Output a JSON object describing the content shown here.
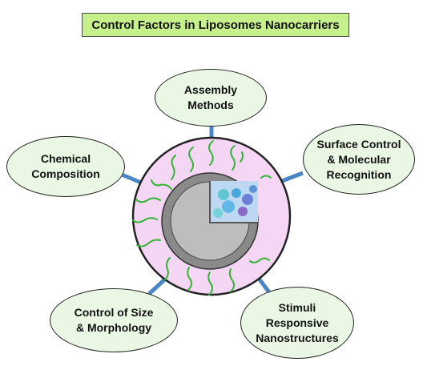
{
  "title": "Control Factors in Liposomes Nanocarriers",
  "nodes": {
    "assembly": "Assembly\nMethods",
    "chemical": "Chemical\nComposition",
    "surface": "Surface Control\n& Molecular\nRecognition",
    "size": "Control of Size\n& Morphology",
    "stimuli": "Stimuli\nResponsive\nNanostructures"
  },
  "colors": {
    "title_fill": "#c6f08c",
    "node_fill": "#eaf7e4",
    "hub_fill": "#f5d6f5",
    "connector": "#4a86c5",
    "polymer_chains": "#33b533"
  },
  "icons": {
    "hub": "liposome-cross-section-illustration"
  }
}
